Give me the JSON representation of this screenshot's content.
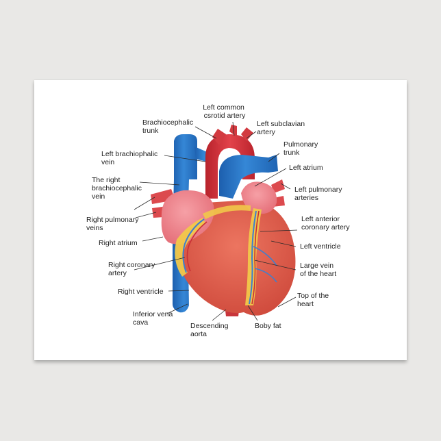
{
  "labels": {
    "left_common_carotid": [
      "Left common",
      "csrotid artery"
    ],
    "brachiocephalic_trunk": [
      "Brachiocephalic",
      "trunk"
    ],
    "left_subclavian": [
      "Left subclavian",
      "artery"
    ],
    "pulmonary_trunk": [
      "Pulmonary",
      "trunk"
    ],
    "left_brachiophalic_vein": [
      "Left brachiophalic",
      "vein"
    ],
    "left_atrium": [
      "Left atrium"
    ],
    "right_brachiocephalic_vein": [
      "The right",
      "brachiocephalic",
      "vein"
    ],
    "left_pulmonary_arteries": [
      "Left pulmonary",
      "arteries"
    ],
    "right_pulmonary_veins": [
      "Right pulmonary",
      "veins"
    ],
    "left_anterior_coronary": [
      "Left anterior",
      "coronary artery"
    ],
    "right_atrium": [
      "Right atrium"
    ],
    "left_ventricle": [
      "Left ventricle"
    ],
    "right_coronary_artery": [
      "Right coronary",
      "artery"
    ],
    "large_vein": [
      "Large vein",
      "of the heart"
    ],
    "right_ventricle": [
      "Right ventricle"
    ],
    "top_of_heart": [
      "Top of the",
      "heart"
    ],
    "inferior_vena_cava": [
      "Inferior vena",
      "cava"
    ],
    "descending_aorta": [
      "Descending",
      "aorta"
    ],
    "body_fat": [
      "Boby fat"
    ]
  },
  "colors": {
    "background": "#e9e8e6",
    "card": "#ffffff",
    "vein_blue": "#2a74c6",
    "artery_red": "#d8313a",
    "myocardium": "#e0604f",
    "atrium_pink": "#ef7d86",
    "fat_yellow": "#f1c84a",
    "text": "#1e1e1e"
  }
}
